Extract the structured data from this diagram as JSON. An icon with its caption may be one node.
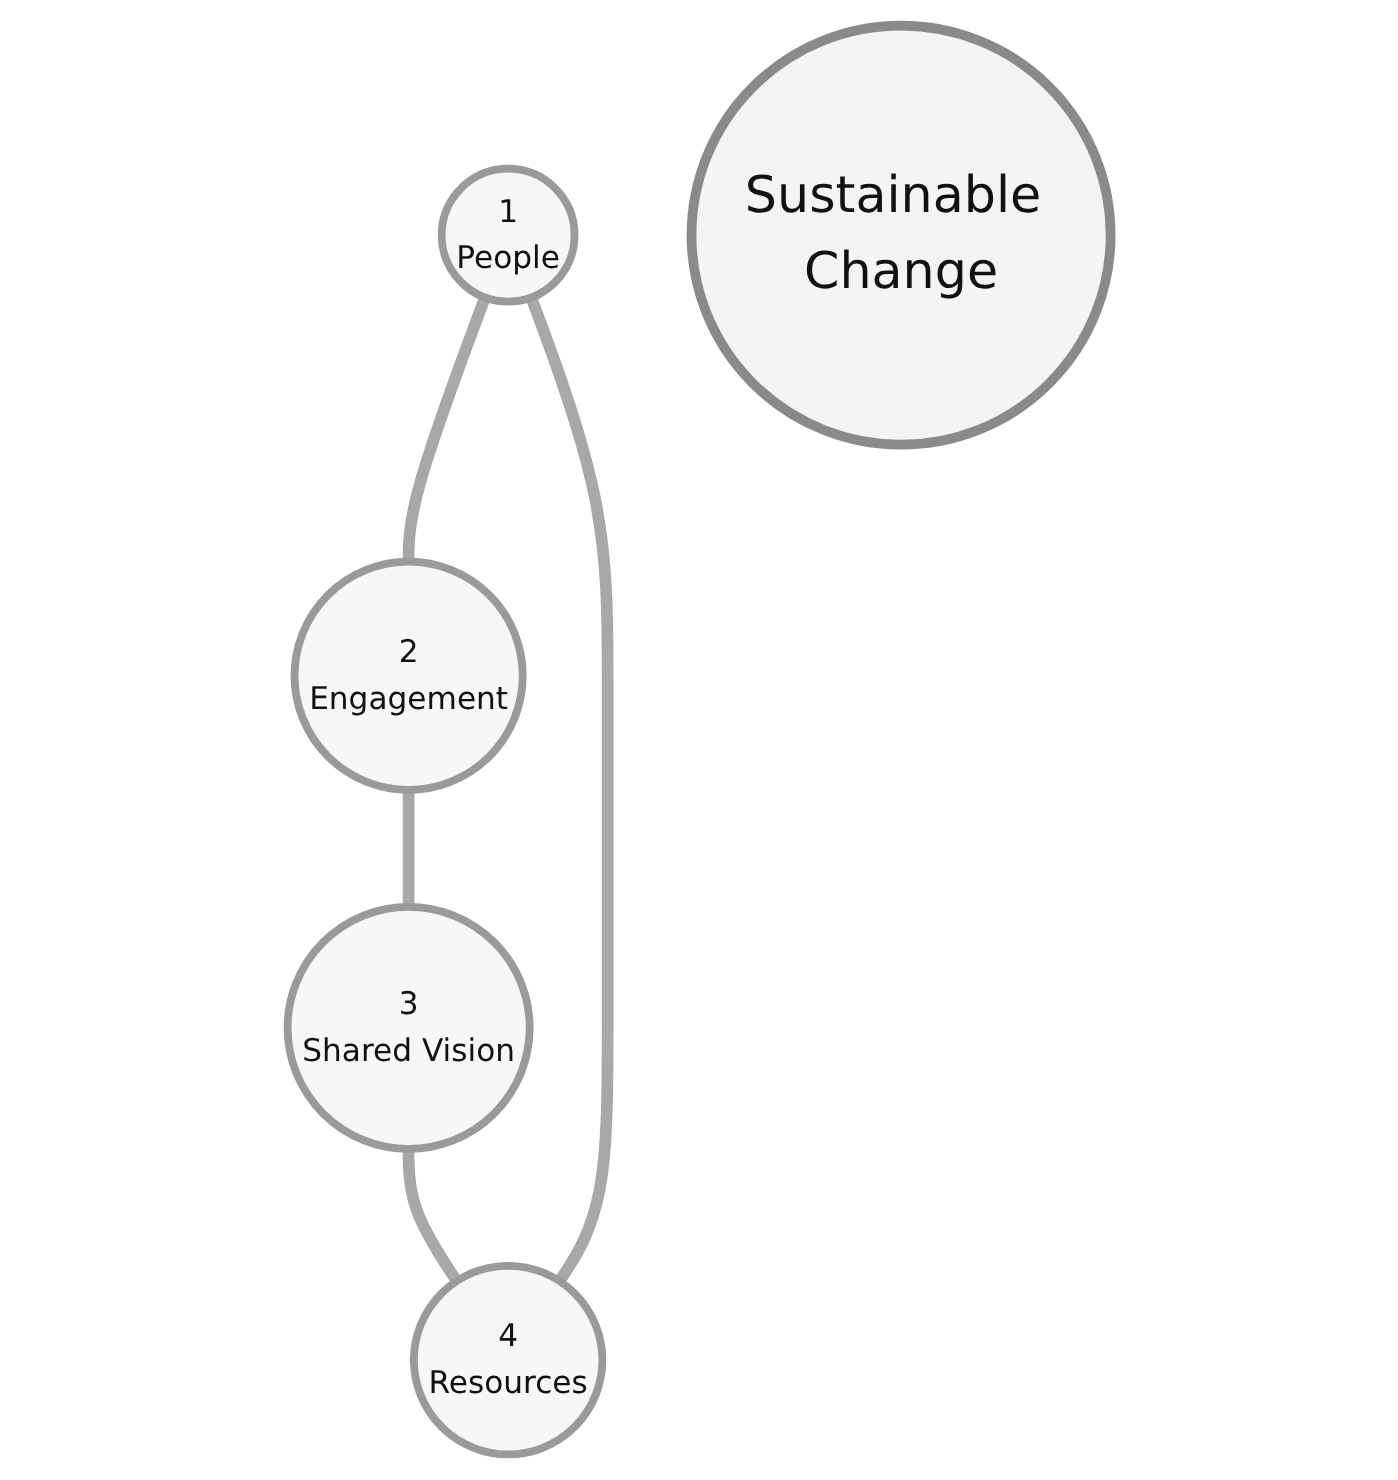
{
  "diagram": {
    "nodes": [
      {
        "text": [
          "1",
          "People"
        ]
      },
      {
        "text": [
          "4",
          "Resources"
        ]
      },
      {
        "text": [
          "Sustainable Change"
        ]
      },
      {
        "text": [
          "2",
          "Engagement"
        ]
      },
      {
        "text": [
          "3",
          "Shared Vision"
        ]
      }
    ],
    "edges": [
      {
        "from": 0,
        "to": 3,
        "arrow": "none"
      },
      {
        "from": 3,
        "to": 4,
        "arrow": "none"
      },
      {
        "from": 4,
        "to": 1,
        "arrow": "none"
      },
      {
        "from": 1,
        "to": 0,
        "arrow": "none"
      }
    ]
  }
}
